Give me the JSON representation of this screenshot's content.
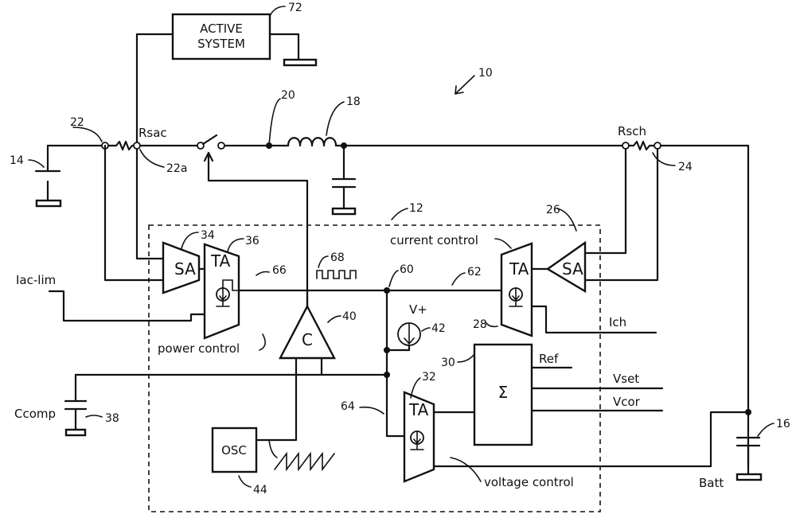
{
  "blocks": {
    "active_system_line1": "ACTIVE",
    "active_system_line2": "SYSTEM",
    "sa_left": "SA",
    "ta_left": "TA",
    "sa_right": "SA",
    "ta_right": "TA",
    "ta_bottom": "TA",
    "comparator": "C",
    "summer": "Σ",
    "oscillator": "OSC"
  },
  "labels": {
    "rsac": "Rsac",
    "rsch": "Rsch",
    "iac_lim": "Iac-lim",
    "ich": "Ich",
    "ref": "Ref",
    "vset": "Vset",
    "vcor": "Vcor",
    "ccomp": "Ccomp",
    "batt": "Batt",
    "vplus": "V+",
    "current_control": "current control",
    "power_control": "power control",
    "voltage_control": "voltage control"
  },
  "refs": {
    "r10": "10",
    "r12": "12",
    "r14": "14",
    "r16": "16",
    "r18": "18",
    "r20": "20",
    "r22": "22",
    "r22a": "22a",
    "r24": "24",
    "r26": "26",
    "r28": "28",
    "r30": "30",
    "r32": "32",
    "r34": "34",
    "r36": "36",
    "r38": "38",
    "r40": "40",
    "r42": "42",
    "r44": "44",
    "r60": "60",
    "r62": "62",
    "r64": "64",
    "r66": "66",
    "r68": "68",
    "r72": "72"
  }
}
